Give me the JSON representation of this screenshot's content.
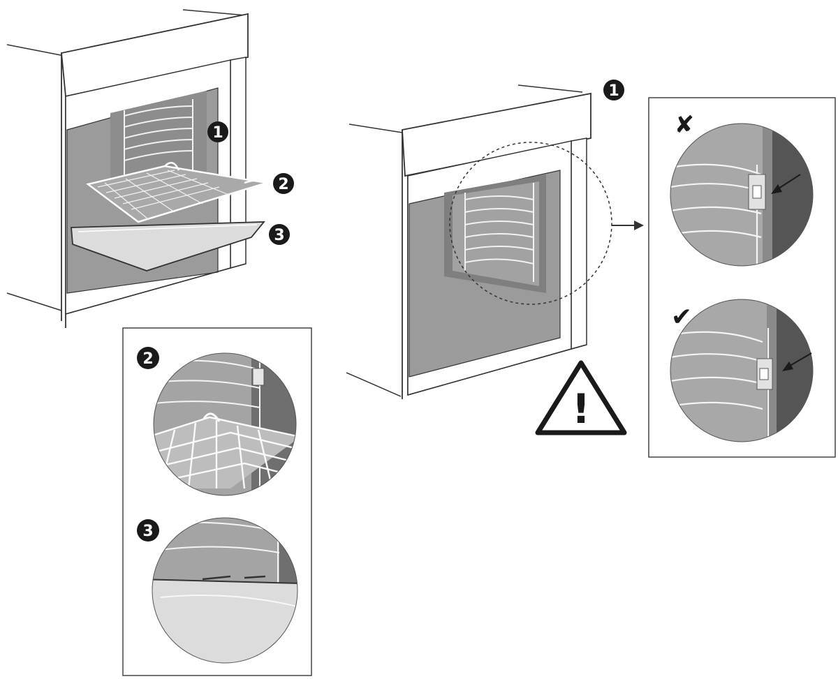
{
  "callouts": {
    "shelf_supports": "1",
    "wire_shelf": "2",
    "tray": "3"
  },
  "marks": {
    "incorrect": "✘",
    "correct": "✔",
    "warning": "!"
  },
  "colors": {
    "line": "#333333",
    "cavity": "#9b9b9b",
    "cavity_dark": "#7f7f7f",
    "rail": "#f2f2f2",
    "tray": "#dcdcdc",
    "panel_border": "#444444"
  },
  "icons": {
    "warning": "warning-triangle-icon",
    "arrow": "arrow-right-icon",
    "magnify": "magnifier-circle-icon"
  }
}
